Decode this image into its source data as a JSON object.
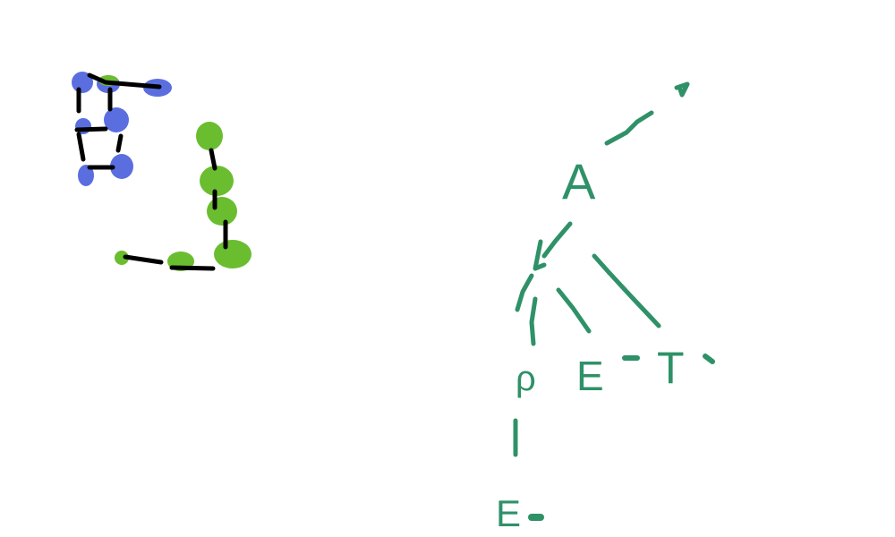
{
  "colors": {
    "blue_node": "#5b6ee0",
    "green_node": "#6bbd30",
    "edge_black": "#000000",
    "sketch_green": "#2f9168",
    "background": "#ffffff"
  },
  "tree_labels": {
    "root": "A",
    "child_left": "ρ",
    "child_mid": "E",
    "child_right": "T",
    "leaf": "E"
  }
}
